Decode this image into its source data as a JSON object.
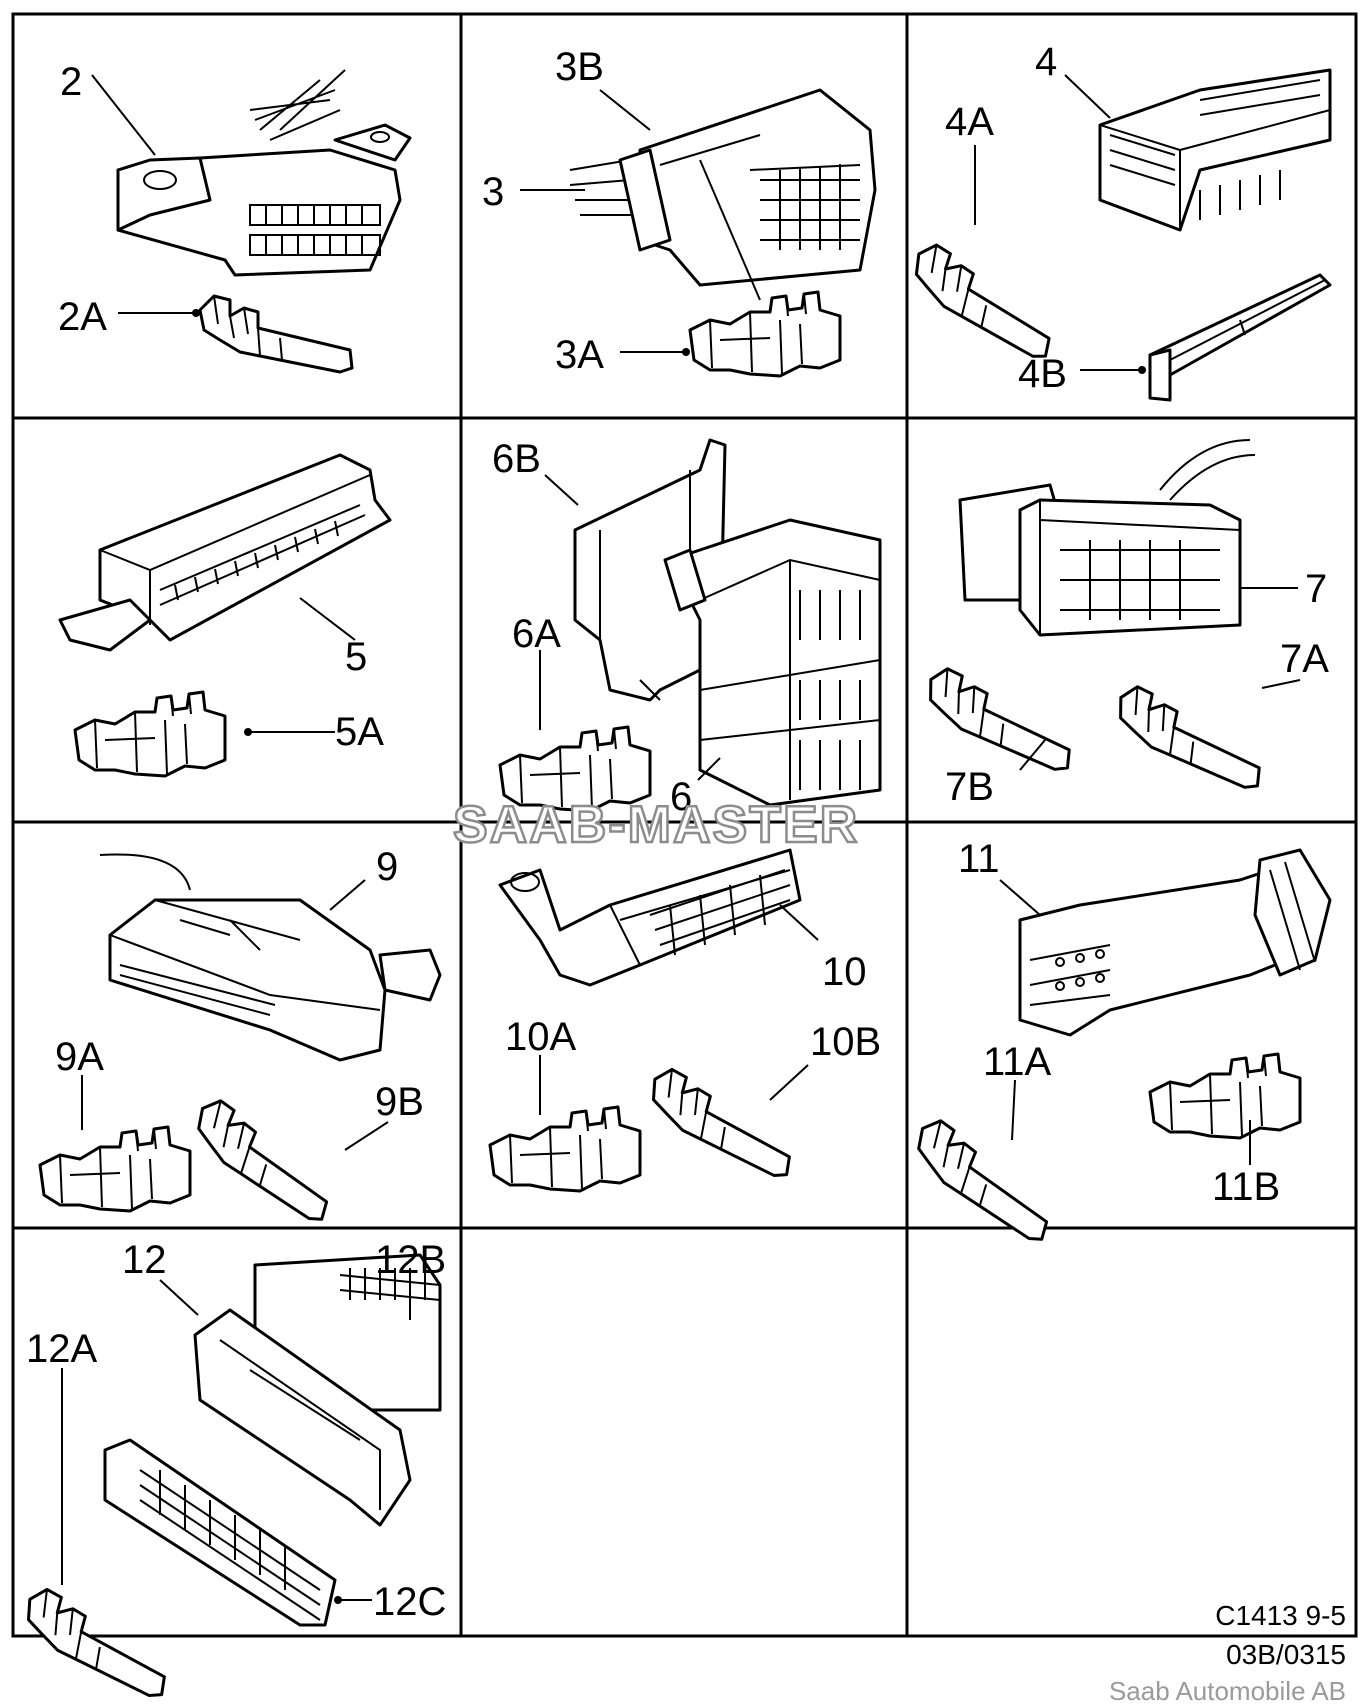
{
  "labels": {
    "l2": "2",
    "l2a": "2A",
    "l3": "3",
    "l3a": "3A",
    "l3b": "3B",
    "l4": "4",
    "l4a": "4A",
    "l4b": "4B",
    "l5": "5",
    "l5a": "5A",
    "l6": "6",
    "l6a": "6A",
    "l6b": "6B",
    "l7": "7",
    "l7a": "7A",
    "l7b": "7B",
    "l9": "9",
    "l9a": "9A",
    "l9b": "9B",
    "l10": "10",
    "l10a": "10A",
    "l10b": "10B",
    "l11": "11",
    "l11a": "11A",
    "l11b": "11B",
    "l12": "12",
    "l12a": "12A",
    "l12b": "12B",
    "l12c": "12C"
  },
  "watermark": "SAAB-MASTER",
  "footer": {
    "code": "C1413 9-5",
    "ref": "03B/0315",
    "company": "Saab Automobile AB"
  },
  "colors": {
    "line": "#000000",
    "background": "#ffffff",
    "watermark_outline": "#8c8c8c",
    "company_text": "#9a9a9a"
  },
  "icons": [
    "connector-housing-icon",
    "terminal-pin-icon",
    "locking-slide-icon"
  ]
}
